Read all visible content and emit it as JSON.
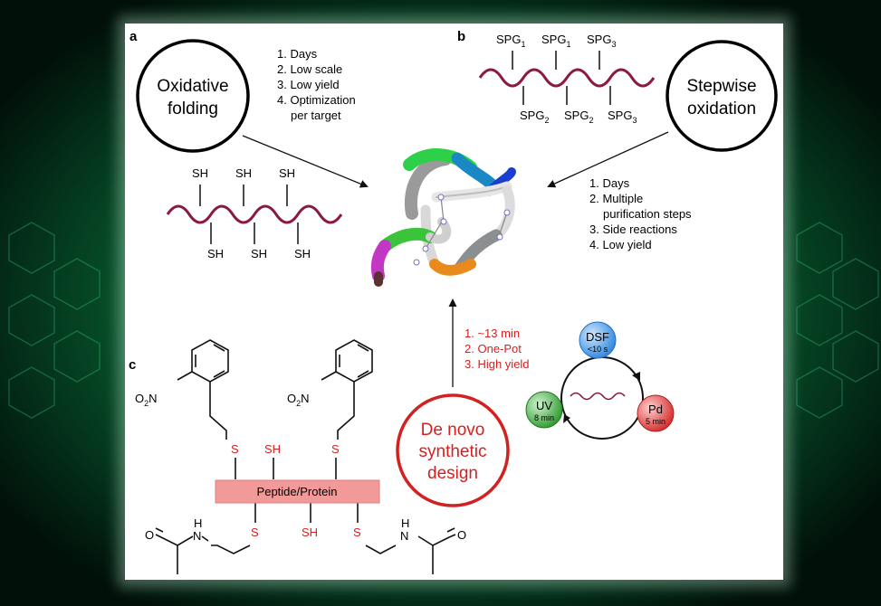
{
  "labels": {
    "a": "a",
    "b": "b",
    "c": "c"
  },
  "panel_a": {
    "circle_line1": "Oxidative",
    "circle_line2": "folding",
    "list": [
      "1. Days",
      "2. Low scale",
      "3. Low yield",
      "4. Optimization",
      "per target"
    ],
    "thiol": "SH"
  },
  "panel_b": {
    "circle_line1": "Stepwise",
    "circle_line2": "oxidation",
    "spg_top": [
      {
        "base": "SPG",
        "sub": "1"
      },
      {
        "base": "SPG",
        "sub": "1"
      },
      {
        "base": "SPG",
        "sub": "3"
      }
    ],
    "spg_bottom": [
      {
        "base": "SPG",
        "sub": "2"
      },
      {
        "base": "SPG",
        "sub": "2"
      },
      {
        "base": "SPG",
        "sub": "3"
      }
    ],
    "list": [
      "1. Days",
      "2. Multiple",
      "purification steps",
      "3. Side reactions",
      "4. Low yield"
    ]
  },
  "panel_c": {
    "circle_line1": "De novo",
    "circle_line2": "synthetic",
    "circle_line3": "design",
    "list": [
      "1. ~13 min",
      "2. One-Pot",
      "3. High yield"
    ],
    "nitro_base": "O",
    "nitro_sub": "2",
    "nitro_tail": "N",
    "peptide_label": "Peptide/Protein",
    "sulfur": "S",
    "thiol": "SH",
    "amide_o": "O",
    "amide_nh": "N",
    "amide_h": "H",
    "cycle": [
      {
        "name": "DSF",
        "time": "<10 s",
        "color": "#3f97f0"
      },
      {
        "name": "Pd",
        "time": "5 min",
        "color": "#e23a3a"
      },
      {
        "name": "UV",
        "time": "8 min",
        "color": "#3fa83f"
      }
    ]
  },
  "colors": {
    "accent_red": "#d32121",
    "peptide_wave": "#8b1a3d",
    "peptide_bar": "#f29a9a",
    "background": "#02130b"
  }
}
